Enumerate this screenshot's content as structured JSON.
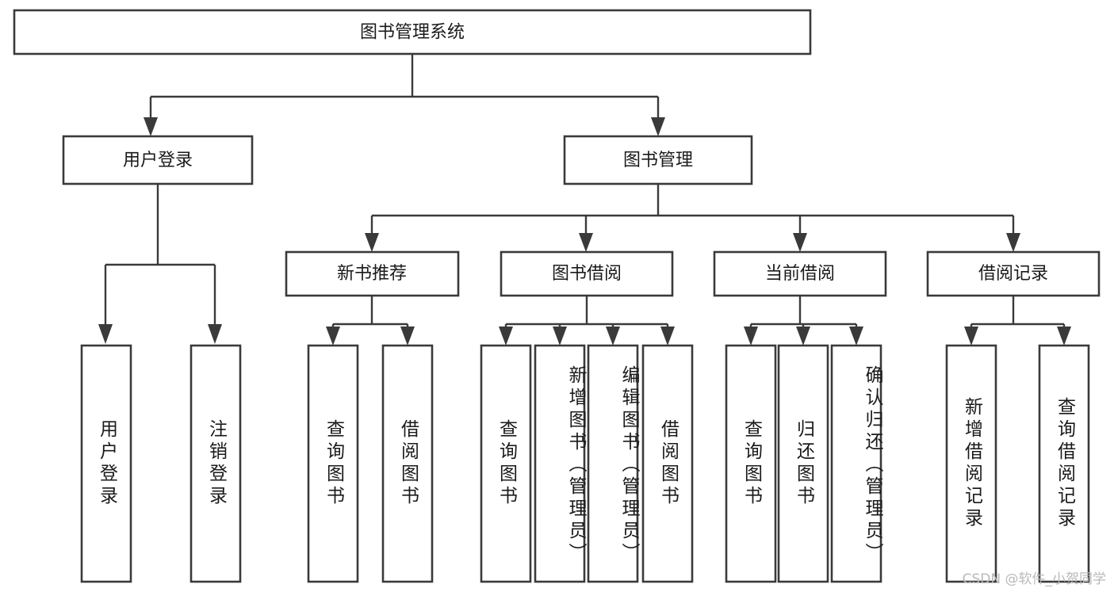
{
  "diagram": {
    "type": "tree",
    "title": "图书管理系统",
    "colors": {
      "box_stroke": "#3a3a3a",
      "box_fill": "#ffffff",
      "text": "#1a1a1a",
      "background": "#ffffff",
      "watermark": "#b9b9b9"
    },
    "root": {
      "label": "图书管理系统",
      "id": "root-book-management-system"
    },
    "level2": [
      {
        "id": "user-login",
        "label": "用户登录"
      },
      {
        "id": "book-management",
        "label": "图书管理"
      }
    ],
    "level3": [
      {
        "id": "new-book-recommend",
        "label": "新书推荐",
        "parent": "book-management"
      },
      {
        "id": "book-borrow",
        "label": "图书借阅",
        "parent": "book-management"
      },
      {
        "id": "current-borrow",
        "label": "当前借阅",
        "parent": "book-management"
      },
      {
        "id": "borrow-record",
        "label": "借阅记录",
        "parent": "book-management"
      }
    ],
    "leaves": [
      {
        "id": "leaf-user-login",
        "label": "用户登录",
        "parent": "user-login"
      },
      {
        "id": "leaf-logout",
        "label": "注销登录",
        "parent": "user-login"
      },
      {
        "id": "leaf-query-book-1",
        "label": "查询图书",
        "parent": "new-book-recommend"
      },
      {
        "id": "leaf-borrow-book-1",
        "label": "借阅图书",
        "parent": "new-book-recommend"
      },
      {
        "id": "leaf-query-book-2",
        "label": "查询图书",
        "parent": "book-borrow"
      },
      {
        "id": "leaf-add-book",
        "label": "新增图书（管理员）",
        "parent": "book-borrow"
      },
      {
        "id": "leaf-edit-book",
        "label": "编辑图书（管理员）",
        "parent": "book-borrow"
      },
      {
        "id": "leaf-borrow-book-2",
        "label": "借阅图书",
        "parent": "book-borrow"
      },
      {
        "id": "leaf-query-book-3",
        "label": "查询图书",
        "parent": "current-borrow"
      },
      {
        "id": "leaf-return-book",
        "label": "归还图书",
        "parent": "current-borrow"
      },
      {
        "id": "leaf-confirm-return",
        "label": "确认归还（管理员）",
        "parent": "current-borrow"
      },
      {
        "id": "leaf-add-record",
        "label": "新增借阅记录",
        "parent": "borrow-record"
      },
      {
        "id": "leaf-query-record",
        "label": "查询借阅记录",
        "parent": "borrow-record"
      }
    ]
  },
  "watermark": {
    "text": "CSDN @软件_小贺同学"
  }
}
